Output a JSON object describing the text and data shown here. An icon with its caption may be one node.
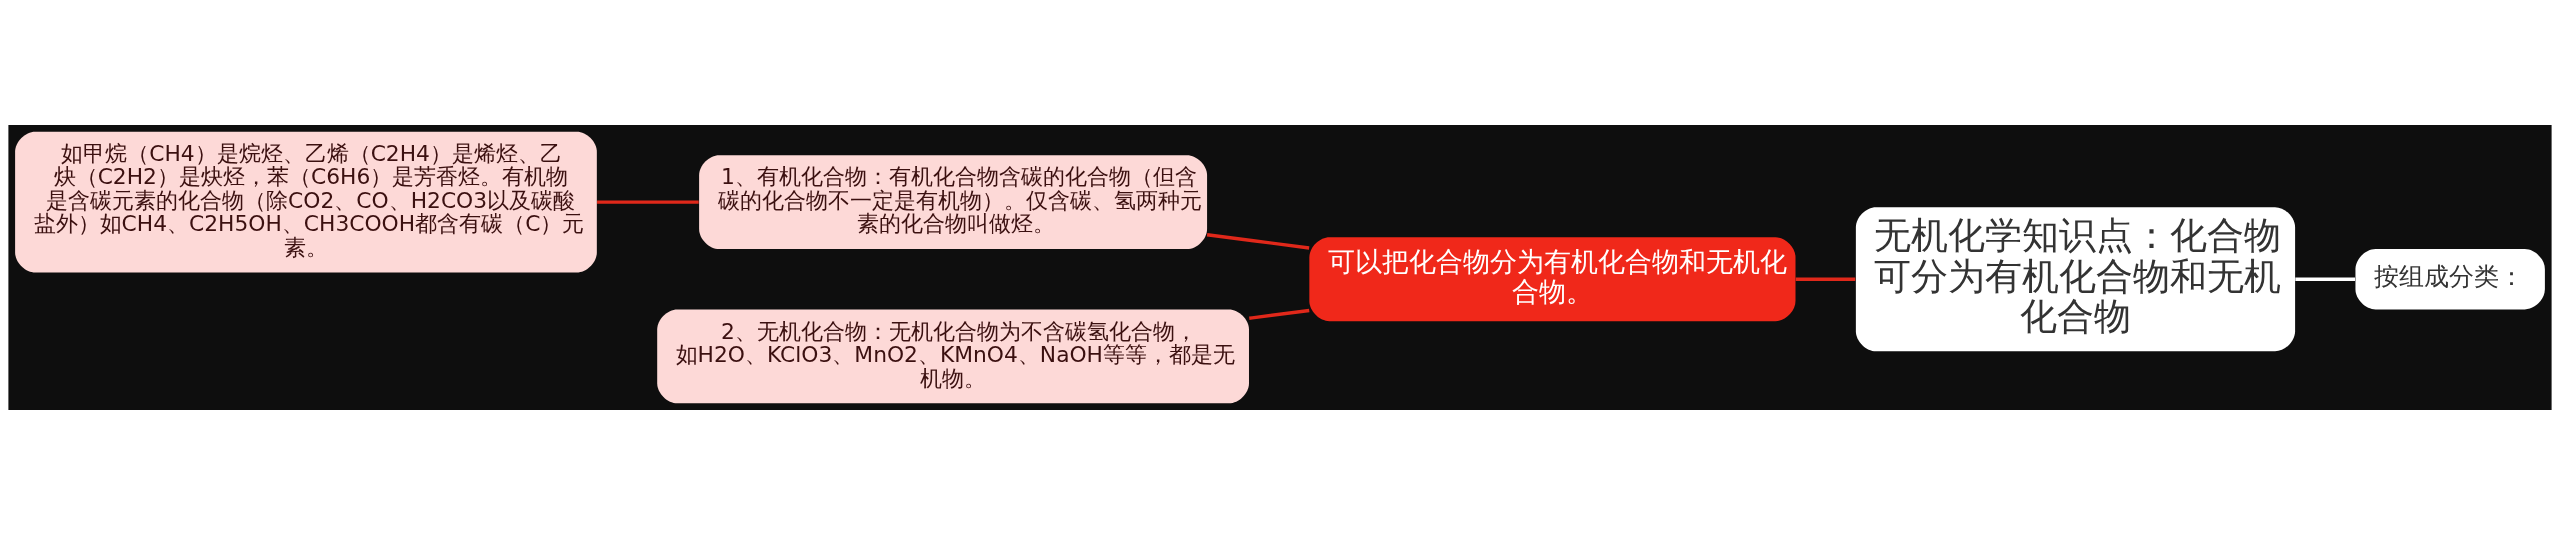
{
  "diagram": {
    "nodes": [
      {
        "text": [
          "无机化学知识点：化合物可分为有机化合物和无机化合物"
        ]
      },
      {
        "text": [
          "按组成分类："
        ]
      },
      {
        "text": [
          "可以把化合物分为有机化合物和无机化合物。"
        ]
      },
      {
        "text": [
          "1、有机化合物：有机化合物含碳的化合物（但含碳的化合物不一定是有机物）。仅含碳、氢两种元素的化合物叫做烃。"
        ]
      },
      {
        "text": [
          "2、无机化合物：无机化合物为不含碳氢化合物，如H2O、KClO3、MnO2、KMnO4、NaOH等等，都是无机物。"
        ]
      },
      {
        "text": [
          "如甲烷（CH4）是烷烃、乙烯（C2H4）是烯烃、乙炔（C2H2）是炔烃，苯（C6H6）是芳香烃。有机物是含碳元素的化合物（除CO2、CO、H2CO3以及碳酸盐外）如CH4、C2H5OH、CH3COOH都含有碳（C）元素。"
        ]
      }
    ],
    "edges": [
      {
        "from": 0,
        "to": 1,
        "arrow": "none",
        "color": "#ffffff"
      },
      {
        "from": 0,
        "to": 2,
        "arrow": "none"
      },
      {
        "from": 2,
        "to": 3,
        "arrow": "none"
      },
      {
        "from": 2,
        "to": 4,
        "arrow": "none"
      },
      {
        "from": 3,
        "to": 5,
        "arrow": "none"
      }
    ]
  }
}
